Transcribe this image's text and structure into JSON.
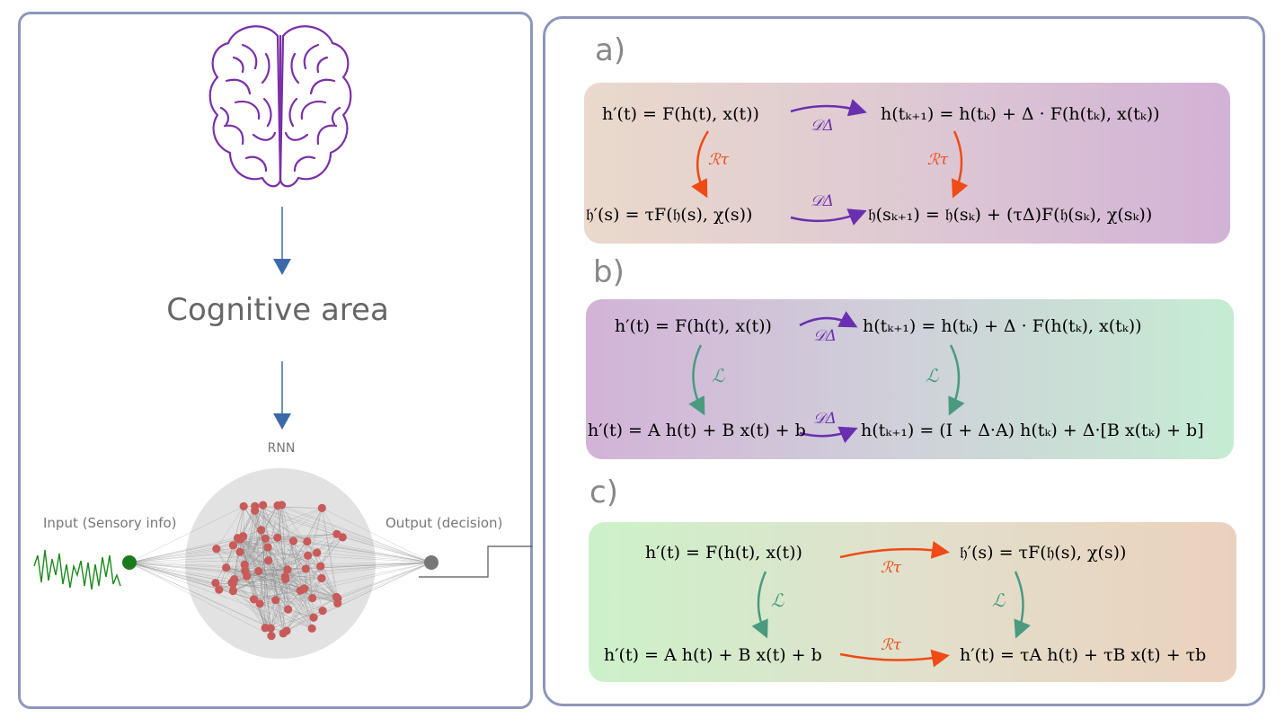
{
  "left": {
    "cognitive_label": "Cognitive area",
    "rnn_label": "RNN",
    "input_label": "Input (Sensory info)",
    "output_label": "Output (decision)"
  },
  "right": {
    "section_a": "a)",
    "section_b": "b)",
    "section_c": "c)",
    "a": {
      "tl": "h′(t) = F(h(t), x(t))",
      "tr": "h(tₖ₊₁) = h(tₖ) + Δ · F(h(tₖ), x(tₖ))",
      "bl": "𝔥′(s) = τF(𝔥(s), χ(s))",
      "br": "𝔥(sₖ₊₁) = 𝔥(sₖ) + (τΔ)F(𝔥(sₖ), χ(sₖ))",
      "op_top": "𝒟Δ",
      "op_bottom": "𝒟Δ",
      "op_left": "ℛτ",
      "op_right": "ℛτ"
    },
    "b": {
      "tl": "h′(t) = F(h(t), x(t))",
      "tr": "h(tₖ₊₁) = h(tₖ) + Δ · F(h(tₖ), x(tₖ))",
      "bl": "h′(t) = A h(t) + B x(t) + b",
      "br": "h(tₖ₊₁) = (I + Δ·A) h(tₖ) + Δ·[B x(tₖ) + b]",
      "op_top": "𝒟Δ",
      "op_bottom": "𝒟Δ",
      "op_left": "ℒ",
      "op_right": "ℒ"
    },
    "c": {
      "tl": "h′(t) = F(h(t), x(t))",
      "tr": "𝔥′(s) = τF(𝔥(s), χ(s))",
      "bl": "h′(t) = A h(t) + B x(t) + b",
      "br": "h′(t) = τA h(t) + τB x(t) + τb",
      "op_top": "ℛτ",
      "op_bottom": "ℛτ",
      "op_left": "ℒ",
      "op_right": "ℒ"
    }
  },
  "colors": {
    "panel_border": "#8e96bd",
    "arrow_blue": "#3c6aa8",
    "purple": "#6a2fb0",
    "orange": "#f04a16",
    "teal": "#4a9a80",
    "brain": "#7a2fa8",
    "node_red": "#c85a5a",
    "input_green": "#1b8a1b",
    "output_gray": "#777777"
  },
  "icons": [
    "brain-icon",
    "rnn-network-icon",
    "input-signal-icon",
    "output-step-icon"
  ]
}
